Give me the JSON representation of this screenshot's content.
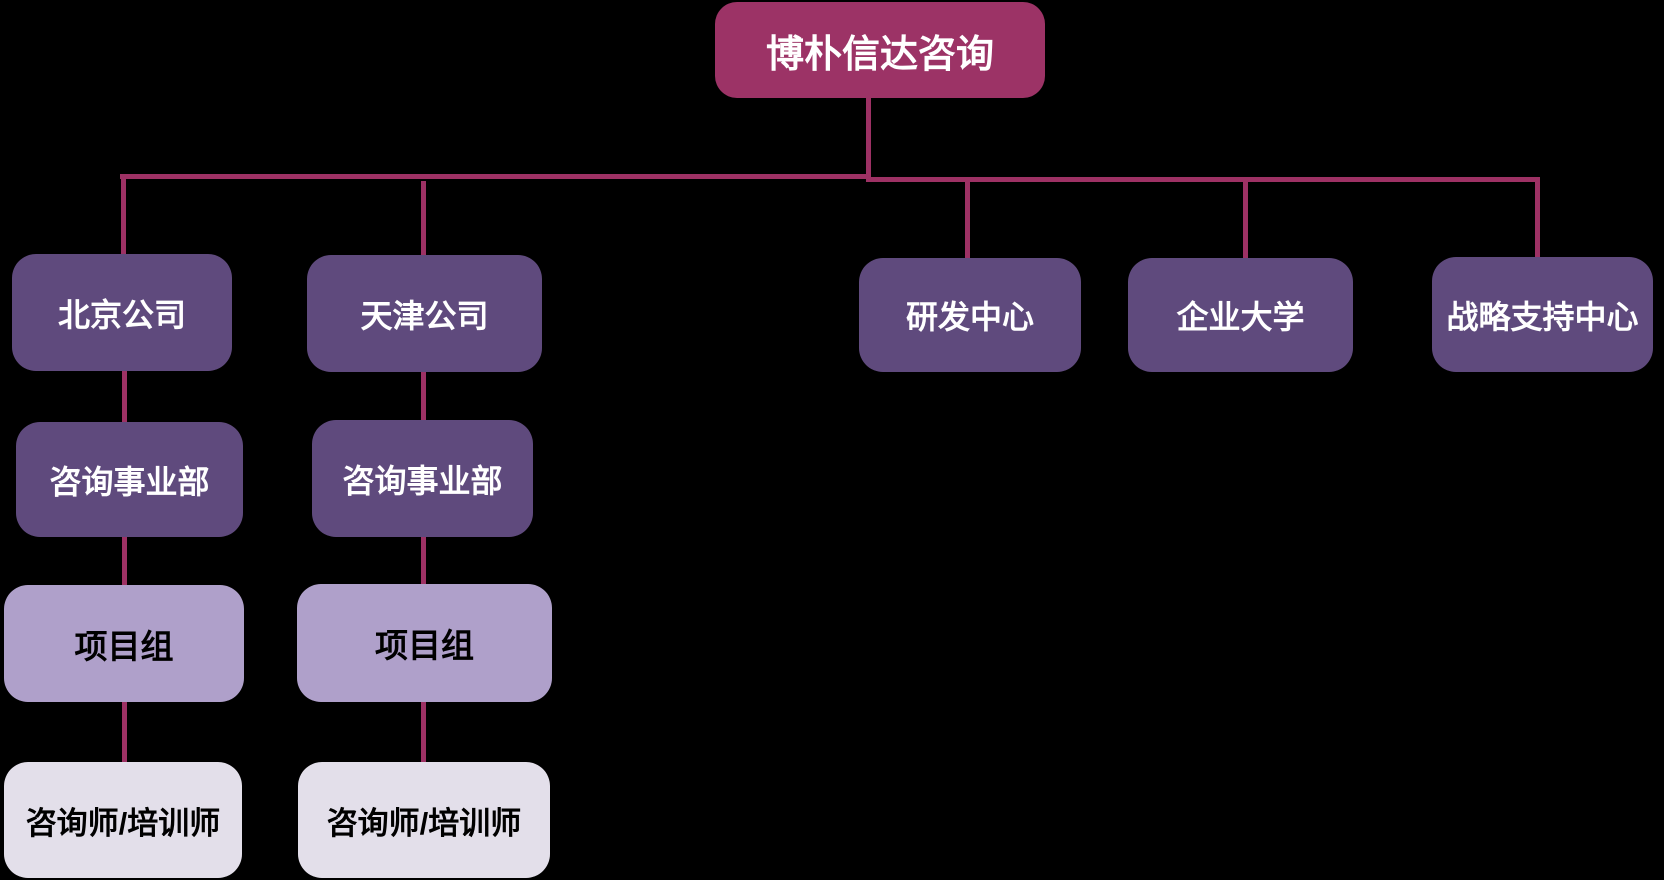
{
  "diagram": {
    "type": "org-chart",
    "background": "#000000"
  },
  "nodes": {
    "root": {
      "label": "博朴信达咨询",
      "level": 1
    },
    "beijing": {
      "label": "北京公司",
      "level": 2
    },
    "tianjin": {
      "label": "天津公司",
      "level": 2
    },
    "rnd": {
      "label": "研发中心",
      "level": 2
    },
    "university": {
      "label": "企业大学",
      "level": 2
    },
    "strategy": {
      "label": "战略支持中心",
      "level": 2
    },
    "consulting_bj": {
      "label": "咨询事业部",
      "level": 3
    },
    "consulting_tj": {
      "label": "咨询事业部",
      "level": 3
    },
    "project_bj": {
      "label": "项目组",
      "level": 4
    },
    "project_tj": {
      "label": "项目组",
      "level": 4
    },
    "consultant_bj": {
      "label": "咨询师/培训师",
      "level": 5
    },
    "consultant_tj": {
      "label": "咨询师/培训师",
      "level": 5
    }
  },
  "edges": [
    {
      "from": "root",
      "to": "beijing"
    },
    {
      "from": "root",
      "to": "tianjin"
    },
    {
      "from": "root",
      "to": "rnd"
    },
    {
      "from": "root",
      "to": "university"
    },
    {
      "from": "root",
      "to": "strategy"
    },
    {
      "from": "beijing",
      "to": "consulting_bj"
    },
    {
      "from": "consulting_bj",
      "to": "project_bj"
    },
    {
      "from": "project_bj",
      "to": "consultant_bj"
    },
    {
      "from": "tianjin",
      "to": "consulting_tj"
    },
    {
      "from": "consulting_tj",
      "to": "project_tj"
    },
    {
      "from": "project_tj",
      "to": "consultant_tj"
    }
  ],
  "colors": {
    "background": "#000000",
    "root_fill": "#9C3366",
    "connector": "#9D3164",
    "level2_fill": "#5F4A7D",
    "level3_fill": "#5F4A7D",
    "level4_fill": "#AFA0CA",
    "level5_fill": "#E3DFEA",
    "text_on_dark": "#FFFFFF",
    "text_on_light": "#000000"
  }
}
